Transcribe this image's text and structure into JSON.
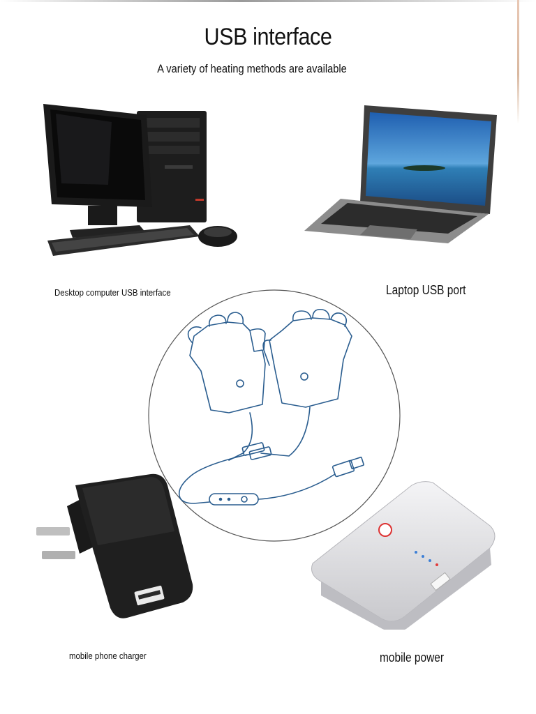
{
  "header": {
    "title": "USB interface",
    "subtitle": "A variety of heating methods are available"
  },
  "labels": {
    "desktop": "Desktop computer USB interface",
    "laptop": "Laptop USB port",
    "charger": "mobile phone charger",
    "power": "mobile power"
  },
  "colors": {
    "glove_line": "#2a5d8f",
    "text": "#111111",
    "device_dark": "#1c1c1c",
    "power_bank": "#e8e8ea",
    "indicator_blue": "#3d7fd6",
    "indicator_red": "#e23a3a"
  },
  "icons": [
    "desktop-computer-icon",
    "laptop-icon",
    "heated-gloves-icon",
    "usb-charger-icon",
    "power-bank-icon"
  ]
}
